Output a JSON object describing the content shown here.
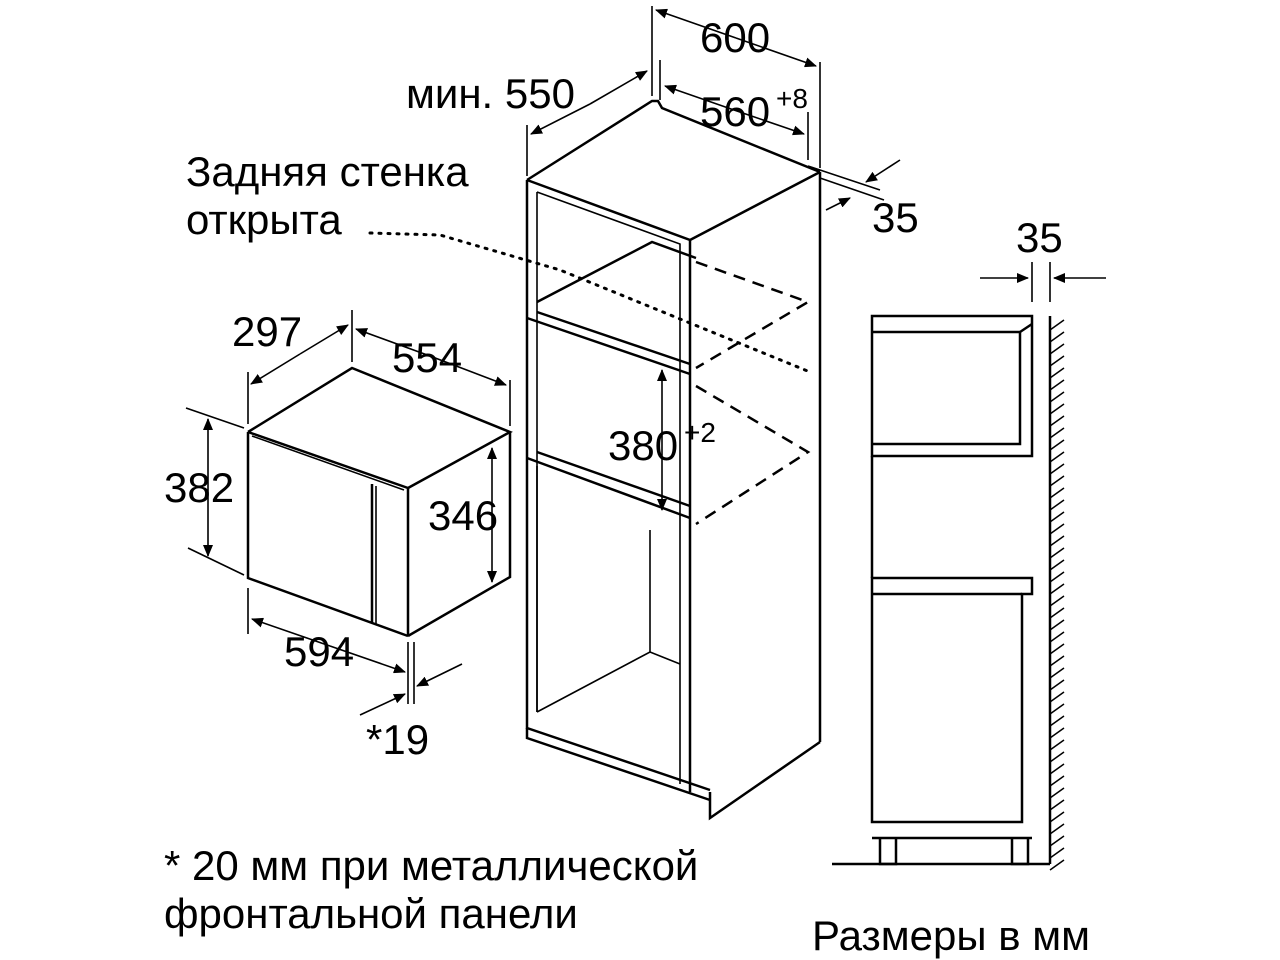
{
  "labels": {
    "w600": "600",
    "min550": "мин. 550",
    "w560": "560",
    "w560_tol": "+8",
    "rear_wall_line1": "Задняя стенка",
    "rear_wall_line2": "открыта",
    "d35_top": "35",
    "d35_side": "35",
    "d297": "297",
    "d554": "554",
    "h382": "382",
    "h346": "346",
    "w594": "594",
    "d19": "*19",
    "h380": "380",
    "h380_tol": "+2",
    "footnote_line1": "* 20 мм при металлической",
    "footnote_line2": "фронтальной панели",
    "units_note": "Размеры в мм"
  }
}
